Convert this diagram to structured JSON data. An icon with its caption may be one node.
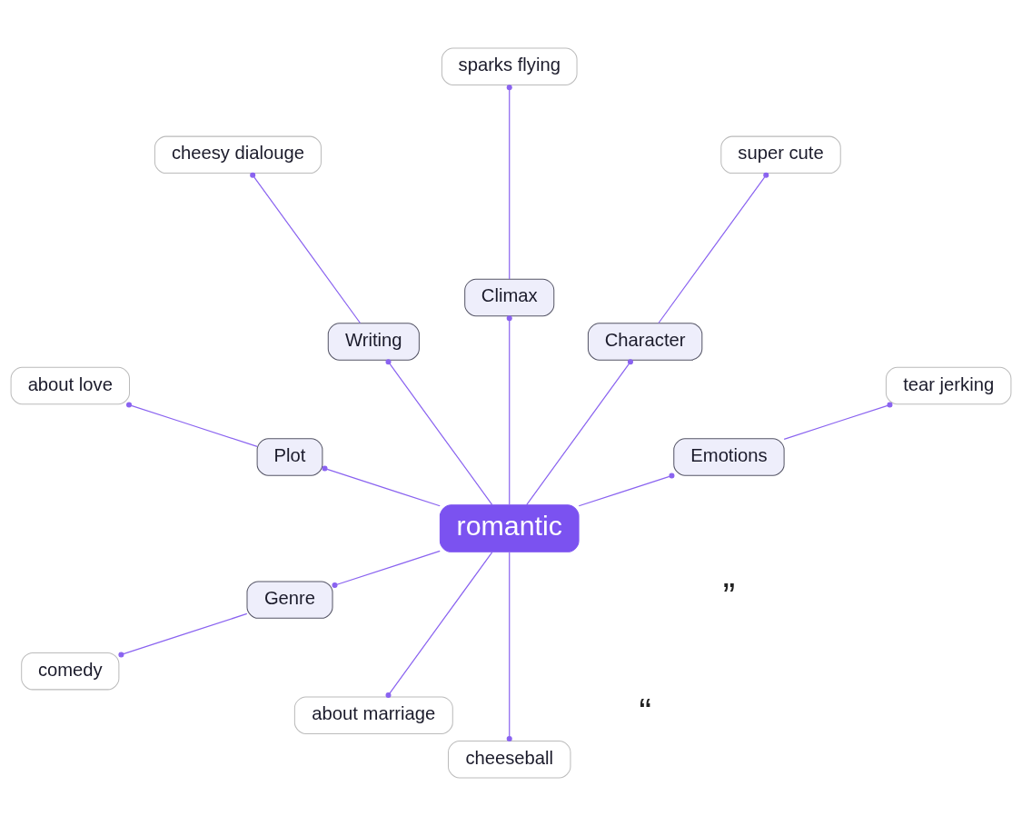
{
  "diagram": {
    "nodes": [
      {
        "text": [
          "romantic"
        ]
      },
      {
        "text": [
          "Emotions"
        ]
      },
      {
        "text": [
          "Character"
        ]
      },
      {
        "text": [
          "Climax"
        ]
      },
      {
        "text": [
          "Writing"
        ]
      },
      {
        "text": [
          "Plot"
        ]
      },
      {
        "text": [
          "Genre"
        ]
      },
      {
        "text": [
          "tear jerking"
        ]
      },
      {
        "text": [
          "super cute"
        ]
      },
      {
        "text": [
          "about marriage"
        ]
      },
      {
        "text": [
          "sparks flying"
        ]
      },
      {
        "text": [
          "cheesy dialouge"
        ]
      },
      {
        "text": [
          "about love"
        ]
      },
      {
        "text": [
          "cheeseball"
        ]
      },
      {
        "text": [
          "comedy"
        ]
      }
    ],
    "edges": [
      {
        "from": 0,
        "to": 1,
        "arrow": "other"
      },
      {
        "from": 0,
        "to": 2,
        "arrow": "other"
      },
      {
        "from": 0,
        "to": 9,
        "arrow": "other"
      },
      {
        "from": 0,
        "to": 3,
        "arrow": "other"
      },
      {
        "from": 0,
        "to": 4,
        "arrow": "other"
      },
      {
        "from": 0,
        "to": 5,
        "arrow": "other"
      },
      {
        "from": 0,
        "to": 13,
        "arrow": "other"
      },
      {
        "from": 0,
        "to": 6,
        "arrow": "other"
      },
      {
        "from": 1,
        "to": 7,
        "arrow": "other"
      },
      {
        "from": 2,
        "to": 8,
        "arrow": "other"
      },
      {
        "from": 3,
        "to": 10,
        "arrow": "other"
      },
      {
        "from": 4,
        "to": 11,
        "arrow": "other"
      },
      {
        "from": 5,
        "to": 12,
        "arrow": "other"
      },
      {
        "from": 6,
        "to": 14,
        "arrow": "other"
      }
    ],
    "labels": [
      "“",
      "”"
    ]
  }
}
